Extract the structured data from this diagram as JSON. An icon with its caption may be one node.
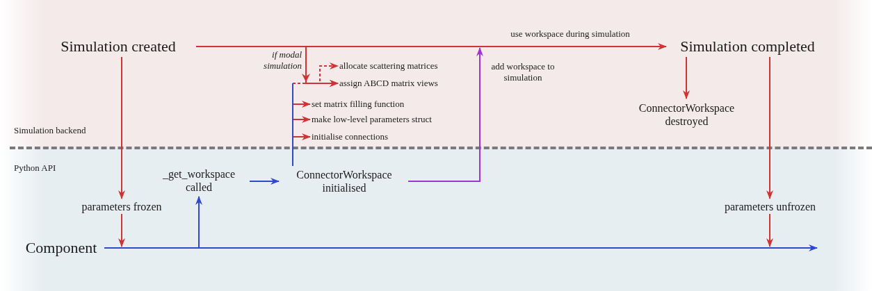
{
  "diagram": {
    "nodes": [
      {
        "text": [
          "Simulation created"
        ]
      },
      {
        "text": [
          "Simulation completed"
        ]
      },
      {
        "text": [
          "allocate scattering matrices"
        ]
      },
      {
        "text": [
          "assign ABCD matrix views"
        ]
      },
      {
        "text": [
          "set matrix filling function"
        ]
      },
      {
        "text": [
          "make low-level parameters struct"
        ]
      },
      {
        "text": [
          "initialise connections"
        ]
      },
      {
        "text": [
          "ConnectorWorkspace destroyed"
        ]
      },
      {
        "text": [
          "_get_workspace called"
        ]
      },
      {
        "text": [
          "ConnectorWorkspace initialised"
        ]
      },
      {
        "text": [
          "parameters frozen"
        ]
      },
      {
        "text": [
          "parameters unfrozen"
        ]
      },
      {
        "text": [
          "Component"
        ]
      }
    ],
    "edges": [
      {
        "from": 0,
        "to": 1,
        "arrow": "to",
        "label": "use workspace during simulation"
      },
      {
        "from": 0,
        "to": 10,
        "arrow": "to"
      },
      {
        "from": 10,
        "to": 12,
        "arrow": "to"
      },
      {
        "from": 12,
        "to": null,
        "arrow": "to",
        "color": "#3048d0"
      },
      {
        "from": null,
        "to": 8,
        "arrow": "to",
        "color": "#3048d0"
      },
      {
        "from": 8,
        "to": 9,
        "arrow": "to",
        "color": "#3048d0"
      },
      {
        "from": 9,
        "to": null,
        "arrow": "to",
        "color": "#a030d8",
        "label": "add workspace to simulation"
      },
      {
        "from": 0,
        "to": 3,
        "arrow": "to",
        "label": "if modal simulation"
      },
      {
        "from": 9,
        "to": 2,
        "arrow": "to",
        "style": "dashed"
      },
      {
        "from": 9,
        "to": 3,
        "arrow": "to",
        "style": "dashed"
      },
      {
        "from": 9,
        "to": 4,
        "arrow": "to"
      },
      {
        "from": 9,
        "to": 5,
        "arrow": "to"
      },
      {
        "from": 9,
        "to": 6,
        "arrow": "to"
      },
      {
        "from": 1,
        "to": 7,
        "arrow": "to"
      },
      {
        "from": 1,
        "to": 11,
        "arrow": "to"
      },
      {
        "from": 11,
        "to": null,
        "arrow": "to"
      }
    ],
    "labels": [
      "Simulation backend",
      "Python API"
    ]
  }
}
